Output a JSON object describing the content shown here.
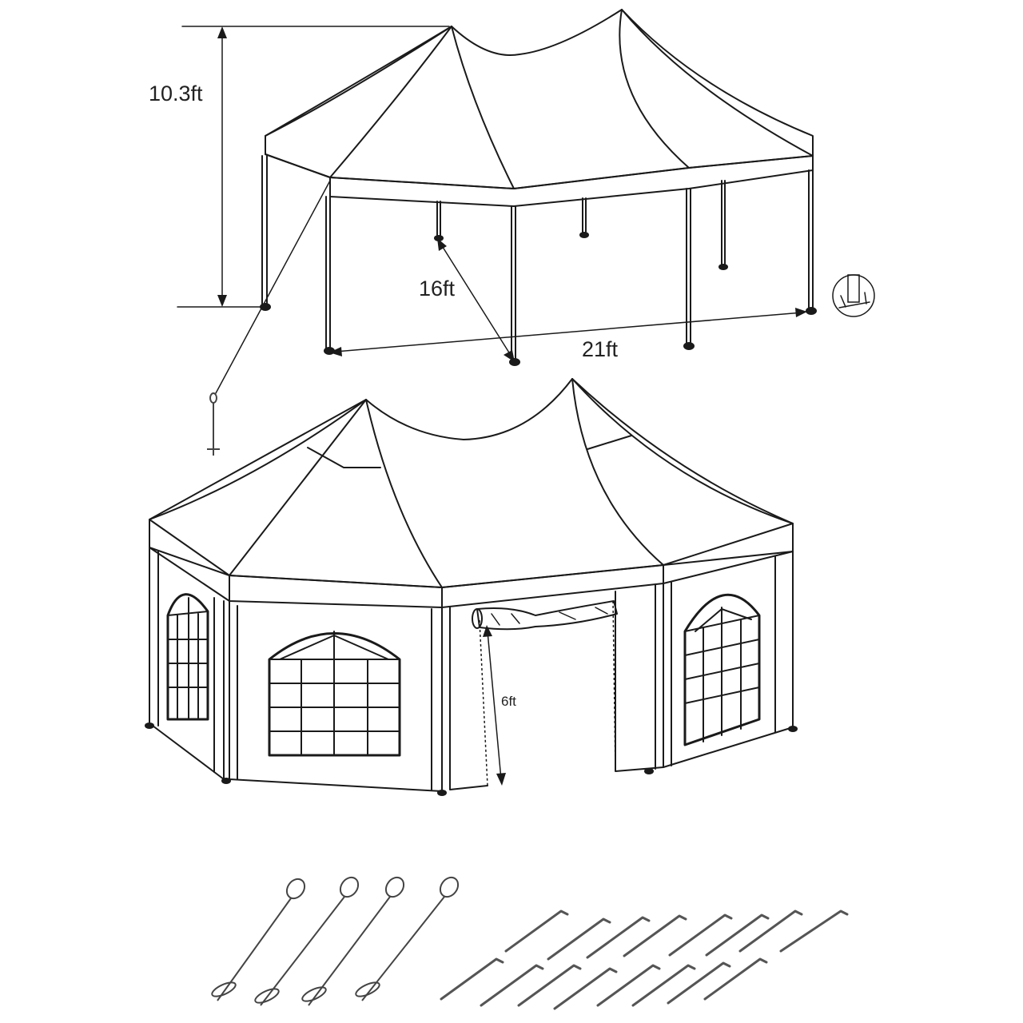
{
  "dimensions": {
    "height_label": "10.3ft",
    "depth_label": "16ft",
    "width_label": "21ft",
    "door_height_label": "6ft"
  },
  "colors": {
    "line": "#1a1a1a",
    "background": "#ffffff",
    "hardware": "#555555"
  },
  "accessories": {
    "stake_count": 4,
    "peg_count": 16
  }
}
